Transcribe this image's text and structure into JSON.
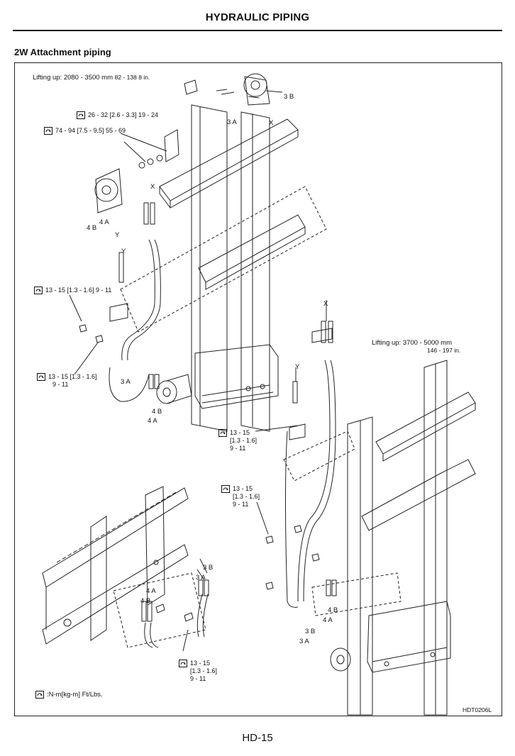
{
  "header": {
    "title": "HYDRAULIC PIPING"
  },
  "section": {
    "title": "2W Attachment piping"
  },
  "diagram": {
    "lift_low": {
      "label": "Lifting up: 2080 - 3500 mm",
      "inches": "82 - 138 8 in."
    },
    "lift_high": {
      "label": "Lifting up: 3700 - 5000 mm",
      "inches": "146 - 197 in."
    },
    "torques": [
      {
        "line1": "26 - 32 [2.6 - 3.3] 19 - 24"
      },
      {
        "line1": "74 - 94 [7.5 - 9.5] 55 - 69"
      },
      {
        "line1": "13 - 15 [1.3 - 1.6] 9 - 11"
      },
      {
        "line1": "13 - 15 [1.3 - 1.6]",
        "line2": "9 - 11"
      },
      {
        "line1": "13 - 15",
        "line2": "[1.3 - 1.6]",
        "line3": "9 - 11"
      },
      {
        "line1": "13 - 15",
        "line2": "[1.3 - 1.6]",
        "line3": "9 - 11"
      },
      {
        "line1": "13 - 15",
        "line2": "[1.3 - 1.6]",
        "line3": "9 - 11"
      }
    ],
    "callouts": {
      "a3": "3 A",
      "b3": "3 B",
      "a4": "4 A",
      "b4": "4 B",
      "x": "X",
      "y": "Y"
    },
    "legend": ":N-m[kg-m] Ft/Lbs.",
    "drawing_code": "HDT0206L",
    "icon": "torque-wrench-icon"
  },
  "footer": {
    "page": "HD-15"
  }
}
